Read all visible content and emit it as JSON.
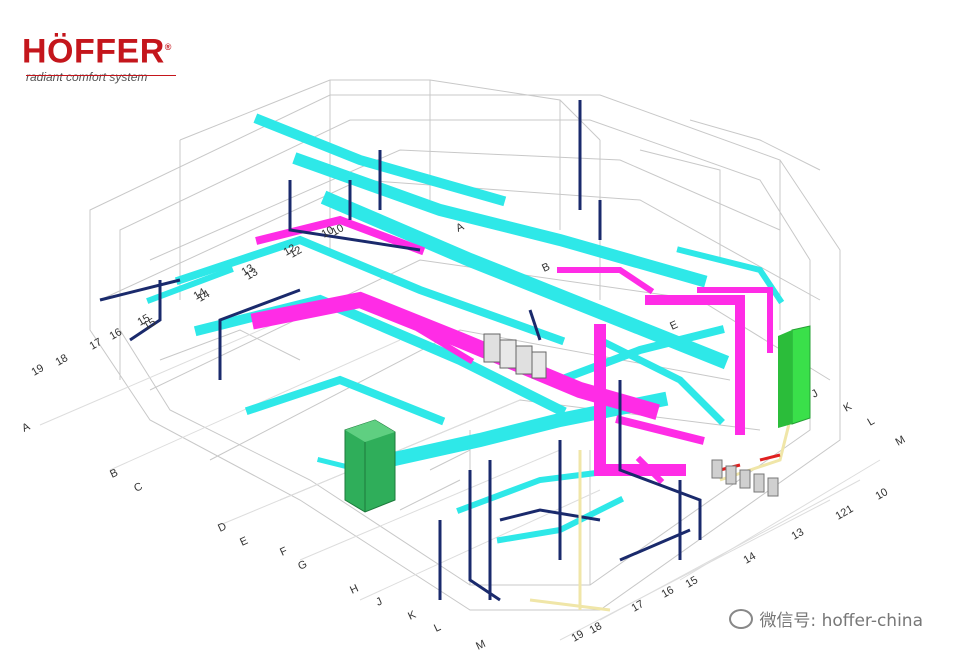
{
  "brand": {
    "name": "HÖFFER",
    "registered_mark": "®",
    "tagline": "radiant comfort system",
    "color": "#c4161c"
  },
  "watermark": {
    "text": "微信号: hoffer-china",
    "icon": "wechat-icon"
  },
  "left_axis_letters": [
    "A",
    "B",
    "C",
    "D",
    "E",
    "F",
    "G",
    "H",
    "J",
    "K",
    "L",
    "M"
  ],
  "left_axis_numbers": [
    "19",
    "18",
    "17",
    "16",
    "15",
    "14",
    "13",
    "12",
    "10"
  ],
  "right_axis_letters": [
    "J",
    "K",
    "L",
    "M"
  ],
  "right_axis_numbers": [
    "10",
    "121",
    "13",
    "14",
    "15",
    "16",
    "17",
    "18",
    "19"
  ],
  "interior_labels": [
    "A",
    "B",
    "E",
    "10",
    "12",
    "13",
    "14",
    "15"
  ],
  "colors": {
    "cyan_duct": "#2ee8e8",
    "magenta_duct": "#ff2ce6",
    "navy_pipe": "#1a2a6c",
    "green_unit": "#2fae5a",
    "bright_green_unit": "#3ae04a",
    "grey_unit": "#d9d9d9",
    "red_pipe": "#e02020",
    "structure_line": "#c8c8c8"
  }
}
